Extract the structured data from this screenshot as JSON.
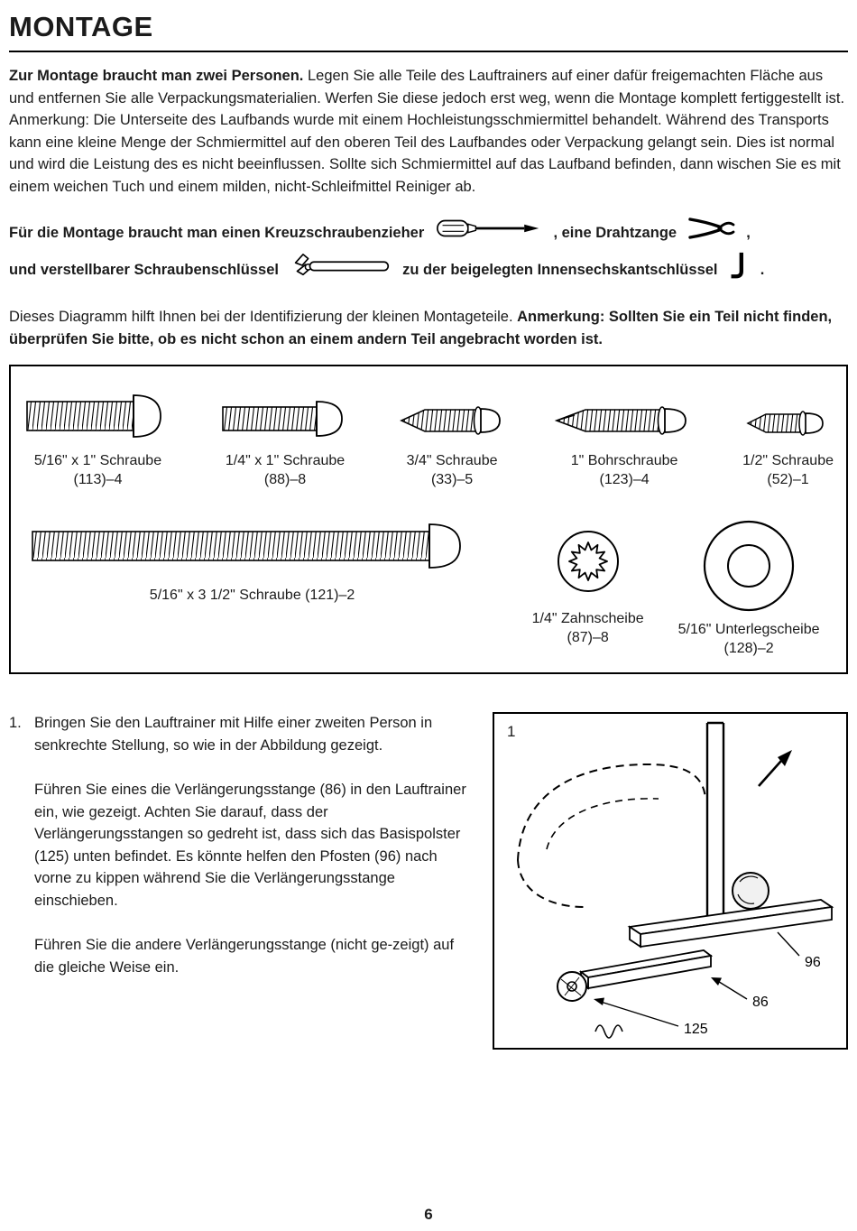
{
  "page": {
    "title": "MONTAGE",
    "page_number": "6"
  },
  "intro": {
    "lead_bold": "Zur Montage braucht man zwei Personen.",
    "lead_rest": " Legen Sie alle Teile des Lauftrainers auf einer dafür freigemachten Fläche aus und entfernen Sie alle Verpackungsmaterialien. Werfen Sie diese jedoch erst weg, wenn die Montage komplett fertiggestellt ist. Anmerkung: Die Unterseite des Laufbands wurde mit einem Hochleistungsschmiermittel behandelt. Während des Transports kann eine kleine Menge der Schmiermittel auf den oberen Teil des Laufbandes oder Verpackung gelangt sein. Dies ist normal und wird die Leistung des es nicht beeinflussen. Sollte sich Schmiermittel auf das Laufband befinden, dann wischen Sie es mit einem weichen Tuch und einem milden, nicht-Schleifmittel Reiniger ab."
  },
  "tools": {
    "t1": "Für die Montage braucht man einen Kreuzschraubenzieher",
    "t2": ", eine Drahtzange",
    "t3": ",",
    "t4": "und verstellbarer Schraubenschlüssel",
    "t5": "zu der beigelegten Innensechskantschlüssel",
    "t6": "."
  },
  "diagram_note": {
    "normal": "Dieses Diagramm hilft Ihnen bei der Identifizierung der kleinen Montageteile. ",
    "bold": "Anmerkung: Sollten Sie ein Teil nicht finden, überprüfen Sie bitte, ob es nicht schon an einem andern Teil angebracht worden ist."
  },
  "hardware": {
    "items_row1": [
      {
        "name": "5/16\" x 1\" Schraube",
        "code": "(113)–4"
      },
      {
        "name": "1/4\" x 1\" Schraube",
        "code": "(88)–8"
      },
      {
        "name": "3/4\" Schraube",
        "code": "(33)–5"
      },
      {
        "name": "1\" Bohrschraube",
        "code": "(123)–4"
      },
      {
        "name": "1/2\" Schraube",
        "code": "(52)–1"
      }
    ],
    "long_screw_label": "5/16\" x 3 1/2\" Schraube (121)–2",
    "tooth_washer": {
      "name": "1/4\" Zahnscheibe",
      "code": "(87)–8"
    },
    "flat_washer": {
      "name": "5/16\" Unterlegscheibe",
      "code": "(128)–2"
    }
  },
  "step1": {
    "number": "1.",
    "para1": "Bringen Sie den Lauftrainer mit Hilfe einer zweiten Person in senkrechte Stellung, so wie in der Abbildung gezeigt.",
    "para2": "Führen Sie eines die Verlängerungsstange (86) in den Lauftrainer ein, wie gezeigt. Achten Sie darauf, dass der Verlängerungsstangen so gedreht ist, dass sich das Basispolster (125) unten befindet. Es könnte helfen den Pfosten (96) nach vorne zu kippen während Sie die Verlängerungsstange einschieben.",
    "para3": "Führen Sie die andere Verlängerungsstange (nicht ge-zeigt) auf die gleiche Weise ein.",
    "figure_number": "1",
    "labels": {
      "post_rail": "96",
      "extension_bar": "86",
      "base_pad": "125"
    }
  }
}
